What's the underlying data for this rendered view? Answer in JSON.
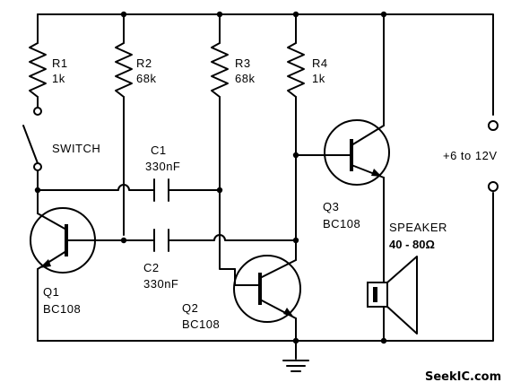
{
  "components": {
    "r1": {
      "ref": "R1",
      "value": "1k"
    },
    "r2": {
      "ref": "R2",
      "value": "68k"
    },
    "r3": {
      "ref": "R3",
      "value": "68k"
    },
    "r4": {
      "ref": "R4",
      "value": "1k"
    },
    "c1": {
      "ref": "C1",
      "value": "330nF"
    },
    "c2": {
      "ref": "C2",
      "value": "330nF"
    },
    "q1": {
      "ref": "Q1",
      "part": "BC108"
    },
    "q2": {
      "ref": "Q2",
      "part": "BC108"
    },
    "q3": {
      "ref": "Q3",
      "part": "BC108"
    },
    "switch": {
      "label": "SWITCH"
    },
    "supply": {
      "label": "+6 to 12V"
    },
    "speaker": {
      "label": "SPEAKER",
      "impedance": "40 - 80Ω"
    }
  },
  "watermark": "SeekIC.com"
}
